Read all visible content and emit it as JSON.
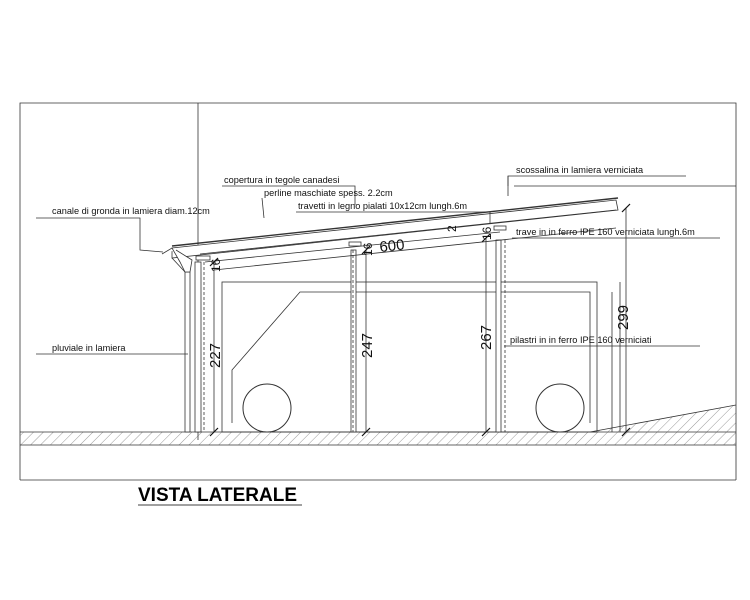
{
  "title": "VISTA LATERALE",
  "labels": {
    "copertura": "copertura in tegole canadesi",
    "perline": "perline maschiate spess. 2.2cm",
    "travetti": "travetti in legno pialati 10x12cm lungh.6m",
    "canale": "canale di gronda in lamiera diam.12cm",
    "scossalina": "scossalina in lamiera verniciata",
    "trave": "trave in in ferro IPE 160 verniciata lungh.6m",
    "pluviale": "pluviale in lamiera",
    "pilastri": "pilastri in in ferro IPE 160 verniciati"
  },
  "dimensions": {
    "d600": "600",
    "d227": "227",
    "d247": "247",
    "d267": "267",
    "d299": "299",
    "d16a": "16",
    "d16b": "16",
    "d16c": "16",
    "d2": "2"
  }
}
